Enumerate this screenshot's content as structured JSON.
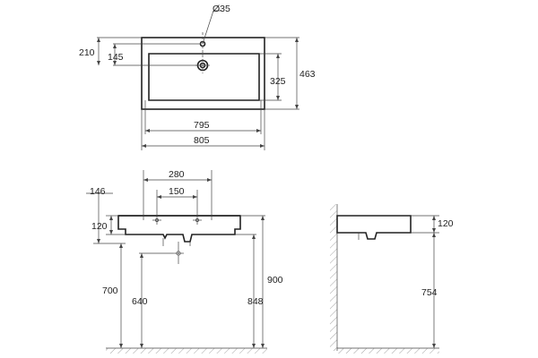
{
  "drawing": {
    "top_view": {
      "hole_diameter": "Ø35",
      "depth_to_hole": "210",
      "depth_to_drain": "145",
      "bowl_depth": "325",
      "overall_depth": "463",
      "bowl_width": "795",
      "overall_width": "805"
    },
    "front_view": {
      "outer_spacing": "280",
      "inner_spacing": "150",
      "rim_offset": "146",
      "basin_height": "120",
      "waste_height": "700",
      "trap_height": "640",
      "floor_to_rim": "900",
      "floor_to_bottom": "848"
    },
    "side_view": {
      "basin_height": "120",
      "floor_to_bottom": "754"
    }
  }
}
